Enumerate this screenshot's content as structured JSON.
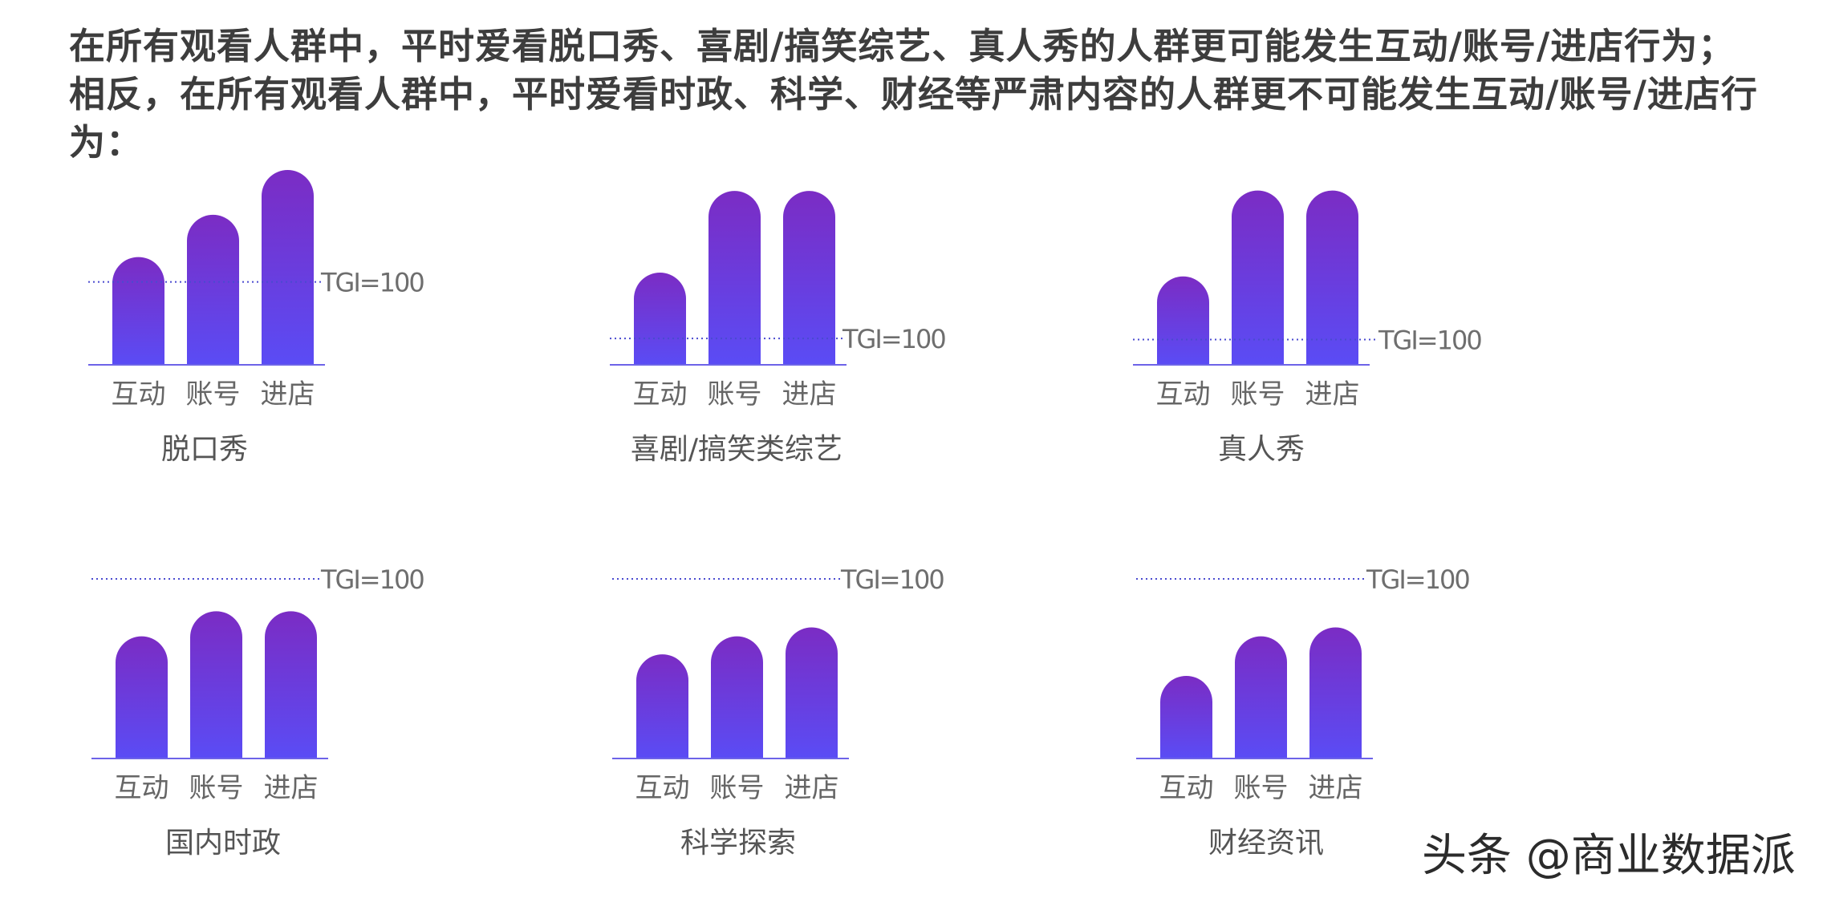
{
  "headline": "在所有观看人群中，平时爱看脱口秀、喜剧/搞笑综艺、真人秀的人群更可能发生互动/账号/进店行为；相反，在所有观看人群中，平时爱看时政、科学、财经等严肃内容的人群更不可能发生互动/账号/进店行为：",
  "watermark": "头条 @商业数据派",
  "colors": {
    "bar_top": "#7b2cc4",
    "bar_bottom": "#5a4cf5",
    "baseline": "#6d63e8",
    "reference": "#4a4ad0"
  },
  "chart_data": [
    {
      "type": "bar",
      "caption": "脱口秀",
      "categories": [
        "互动",
        "账号",
        "进店"
      ],
      "values": [
        130,
        181,
        235
      ],
      "reference_line": {
        "label": "TGI=100",
        "value": 100
      },
      "ylim": [
        0,
        235
      ]
    },
    {
      "type": "bar",
      "caption": "喜剧/搞笑类综艺",
      "categories": [
        "互动",
        "账号",
        "进店"
      ],
      "values": [
        350,
        660,
        660
      ],
      "reference_line": {
        "label": "TGI=100",
        "value": 100
      },
      "ylim": [
        0,
        700
      ]
    },
    {
      "type": "bar",
      "caption": "真人秀",
      "categories": [
        "互动",
        "账号",
        "进店"
      ],
      "values": [
        350,
        690,
        690
      ],
      "reference_line": {
        "label": "TGI=100",
        "value": 100
      },
      "ylim": [
        0,
        730
      ]
    },
    {
      "type": "bar",
      "caption": "国内时政",
      "categories": [
        "互动",
        "账号",
        "进店"
      ],
      "values": [
        68,
        82,
        82
      ],
      "reference_line": {
        "label": "TGI=100",
        "value": 100
      },
      "ylim": [
        0,
        100
      ]
    },
    {
      "type": "bar",
      "caption": "科学探索",
      "categories": [
        "互动",
        "账号",
        "进店"
      ],
      "values": [
        58,
        68,
        73
      ],
      "reference_line": {
        "label": "TGI=100",
        "value": 100
      },
      "ylim": [
        0,
        100
      ]
    },
    {
      "type": "bar",
      "caption": "财经资讯",
      "categories": [
        "互动",
        "账号",
        "进店"
      ],
      "values": [
        46,
        68,
        73
      ],
      "reference_line": {
        "label": "TGI=100",
        "value": 100
      },
      "ylim": [
        0,
        100
      ]
    }
  ]
}
